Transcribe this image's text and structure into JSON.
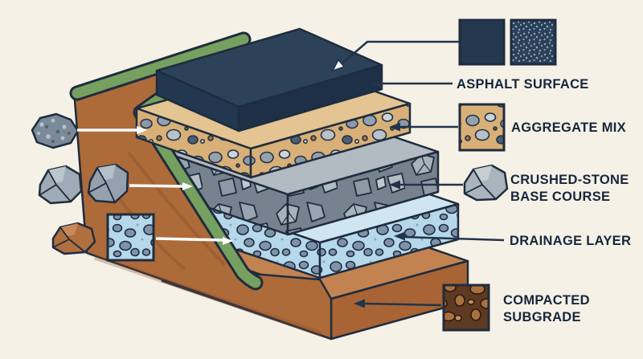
{
  "scene": {
    "description": "Isometric cutaway illustration of road pavement layers",
    "background_color": "#f5f1e6",
    "grass_color": "#76a05f",
    "embankment_color": "#ad6b3a",
    "outline_color": "#1f2c3e"
  },
  "layers": [
    {
      "name": "asphalt-surface",
      "color": "#2c4259"
    },
    {
      "name": "aggregate-mix",
      "color": "#d8b078"
    },
    {
      "name": "crushed-stone-base-course",
      "color": "#76828e"
    },
    {
      "name": "drainage-layer",
      "color": "#b5d8ea"
    },
    {
      "name": "compacted-subgrade",
      "color": "#ad6b3a"
    }
  ],
  "legend": {
    "asphalt": {
      "label": "ASPHALT SURFACE",
      "swatch_solid_color": "#24384f",
      "swatch_speckled_color": "#2b4159"
    },
    "aggregate": {
      "label": "AGGREGATE MIX",
      "swatch_color": "#d8b078"
    },
    "crushed": {
      "label_line1": "CRUSHED-STONE",
      "label_line2": "BASE COURSE"
    },
    "drainage": {
      "label": "DRAINAGE LAYER"
    },
    "subgrade": {
      "label_line1": "COMPACTED",
      "label_line2": "SUBGRADE",
      "swatch_color": "#5d3a21"
    }
  }
}
